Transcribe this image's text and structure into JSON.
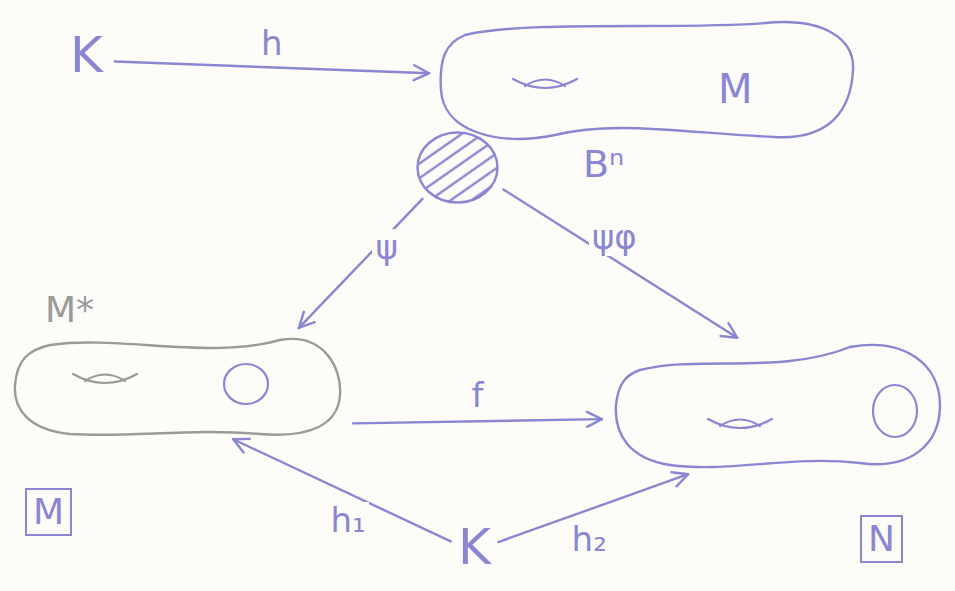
{
  "diagram": {
    "nodes": [
      {
        "text": [
          "K"
        ]
      },
      {
        "text": [
          "M"
        ]
      },
      {
        "text": [
          "Bⁿ"
        ]
      },
      {
        "text": [
          "M*",
          "M"
        ]
      },
      {
        "text": [
          "N"
        ]
      },
      {
        "text": [
          "K"
        ]
      }
    ],
    "edges": [
      {
        "from": 0,
        "to": 1,
        "label": "h",
        "arrow": "to"
      },
      {
        "from": 2,
        "to": 3,
        "label": "ψ",
        "arrow": "to"
      },
      {
        "from": 2,
        "to": 4,
        "label": "ψφ",
        "arrow": "to"
      },
      {
        "from": 3,
        "to": 4,
        "label": "f",
        "arrow": "to"
      },
      {
        "from": 5,
        "to": 3,
        "label": "h₁",
        "arrow": "to"
      },
      {
        "from": 5,
        "to": 4,
        "label": "h₂",
        "arrow": "to"
      }
    ]
  }
}
